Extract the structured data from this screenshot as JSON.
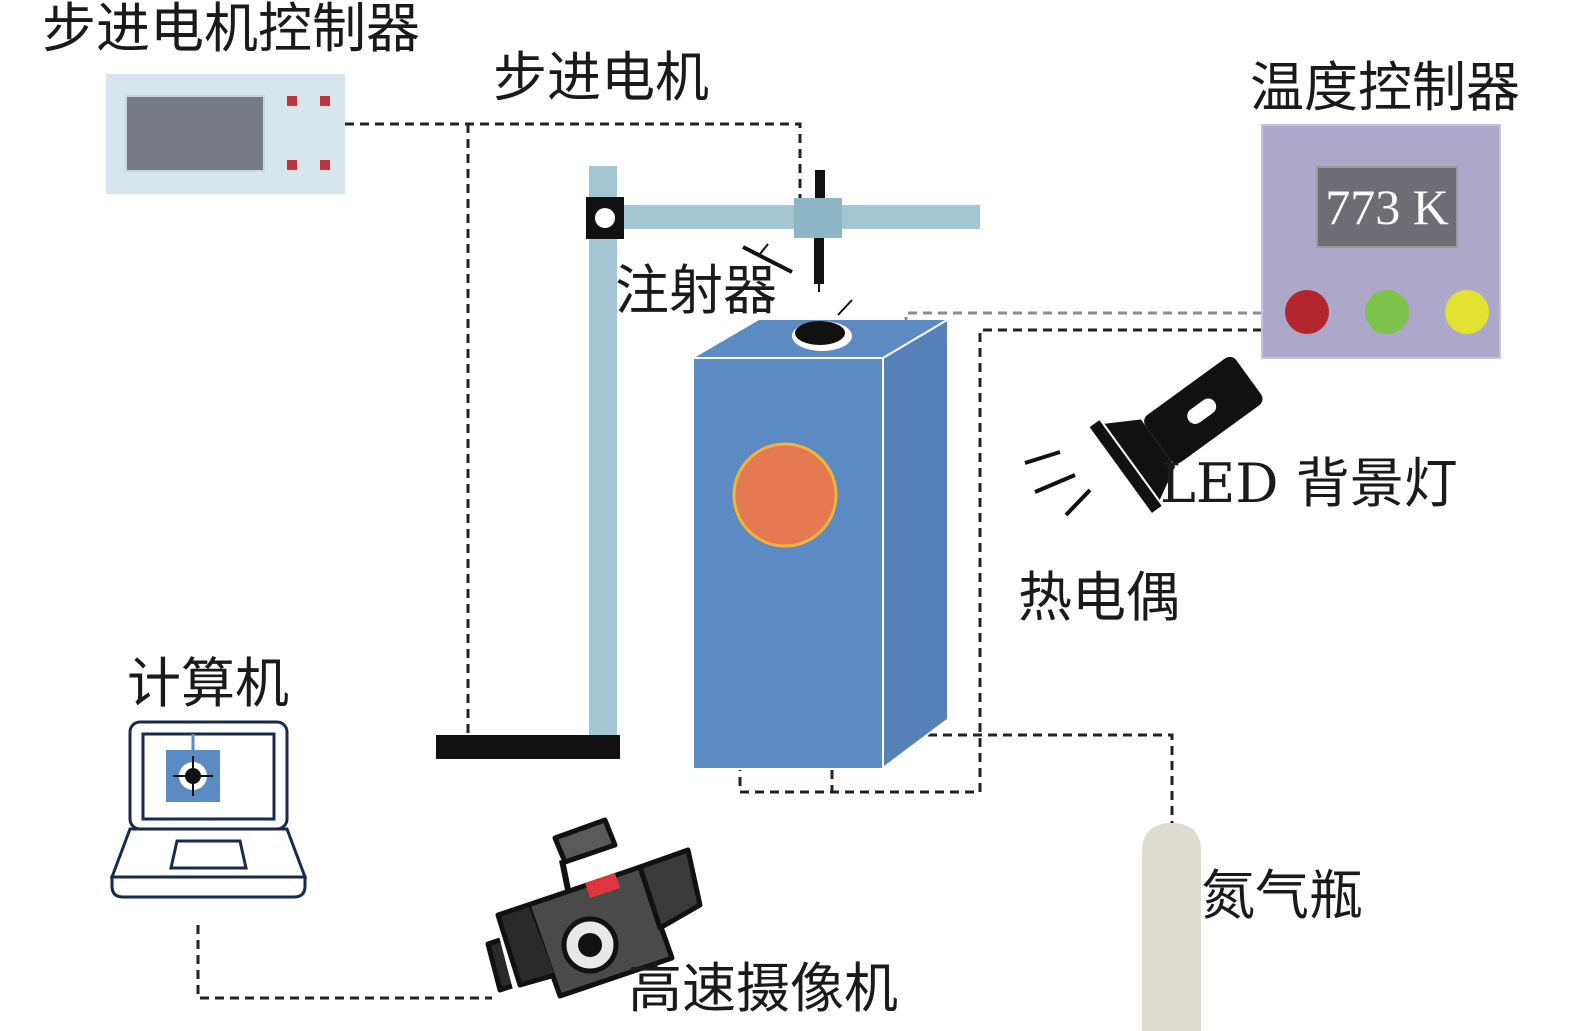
{
  "labels": {
    "stepper_controller": "步进电机控制器",
    "stepper_motor": "步进电机",
    "temperature_controller": "温度控制器",
    "syringe": "注射器",
    "led_backlight": "LED 背景灯",
    "thermocouple": "热电偶",
    "computer": "计算机",
    "high_speed_camera": "高速摄像机",
    "nitrogen_bottle": "氮气瓶"
  },
  "temperature_display": "773 K",
  "colors": {
    "furnace": "#5b8bc2",
    "hot_spot": "#e57a52",
    "stand": "#a4c6d2",
    "controller_panel": "#d7e6ed",
    "temp_controller_panel": "#ada7c9",
    "indicator_red": "#b4262d",
    "indicator_green": "#7cc14a",
    "indicator_yellow": "#e3e231",
    "gas_bottle": "#dedbd0"
  }
}
